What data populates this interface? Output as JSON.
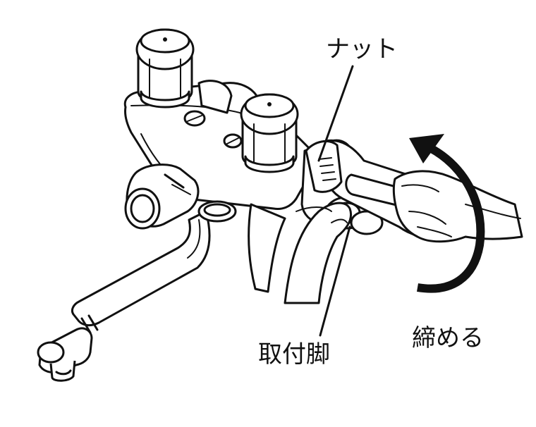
{
  "labels": {
    "nut": "ナット",
    "mounting_leg": "取付脚",
    "tighten": "締める"
  },
  "colors": {
    "ink": "#111111",
    "background": "#ffffff"
  }
}
